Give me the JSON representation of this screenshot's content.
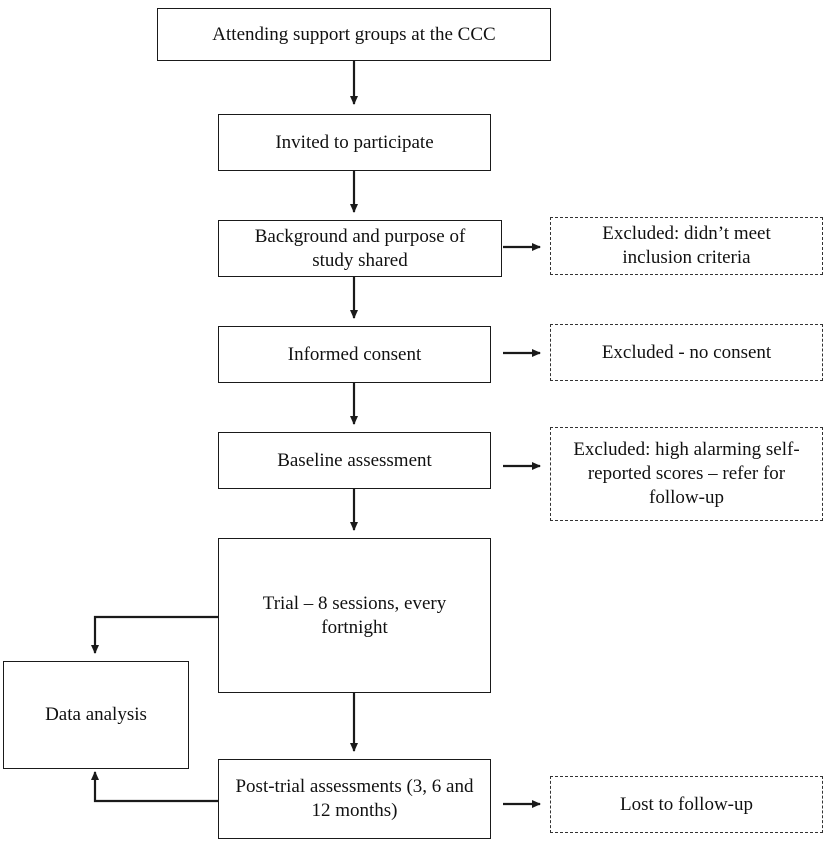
{
  "diagram": {
    "main_steps": [
      {
        "id": "attending",
        "text": "Attending support groups at the CCC"
      },
      {
        "id": "invited",
        "text": "Invited to participate"
      },
      {
        "id": "background",
        "text": "Background and purpose of study shared"
      },
      {
        "id": "consent",
        "text": "Informed consent"
      },
      {
        "id": "baseline",
        "text": "Baseline assessment"
      },
      {
        "id": "trial",
        "text": "Trial – 8 sessions, every fortnight"
      },
      {
        "id": "post_trial",
        "text": "Post-trial assessments (3, 6 and 12 months)"
      }
    ],
    "exclusions": [
      {
        "id": "excluded_criteria",
        "text": "Excluded: didn’t meet inclusion criteria"
      },
      {
        "id": "excluded_consent",
        "text": "Excluded - no consent"
      },
      {
        "id": "excluded_scores",
        "text": "Excluded: high alarming self-reported scores – refer for follow-up"
      },
      {
        "id": "lost_followup",
        "text": "Lost to follow-up"
      }
    ],
    "side_box": {
      "id": "data_analysis",
      "text": "Data analysis"
    }
  },
  "colors": {
    "line": "#1a1a1a",
    "dashed_border": "#333333"
  }
}
